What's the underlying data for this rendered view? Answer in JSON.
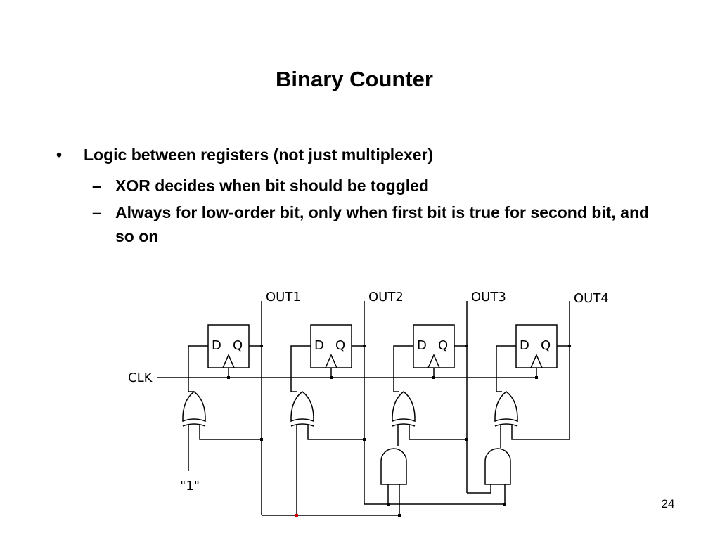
{
  "slide": {
    "title": "Binary Counter",
    "page_number": "24"
  },
  "bullets": {
    "main": "Logic between registers (not just multiplexer)",
    "bullet_glyph": "•",
    "dash_glyph": "–",
    "sub": [
      "XOR decides when bit should be toggled",
      "Always for low-order bit, only when first bit is true for second bit, and so on"
    ]
  },
  "diagram": {
    "outputs": [
      "OUT1",
      "OUT2",
      "OUT3",
      "OUT4"
    ],
    "flipflop_d": "D",
    "flipflop_q": "Q",
    "clock_label": "CLK",
    "constant_label": "\"1\""
  }
}
